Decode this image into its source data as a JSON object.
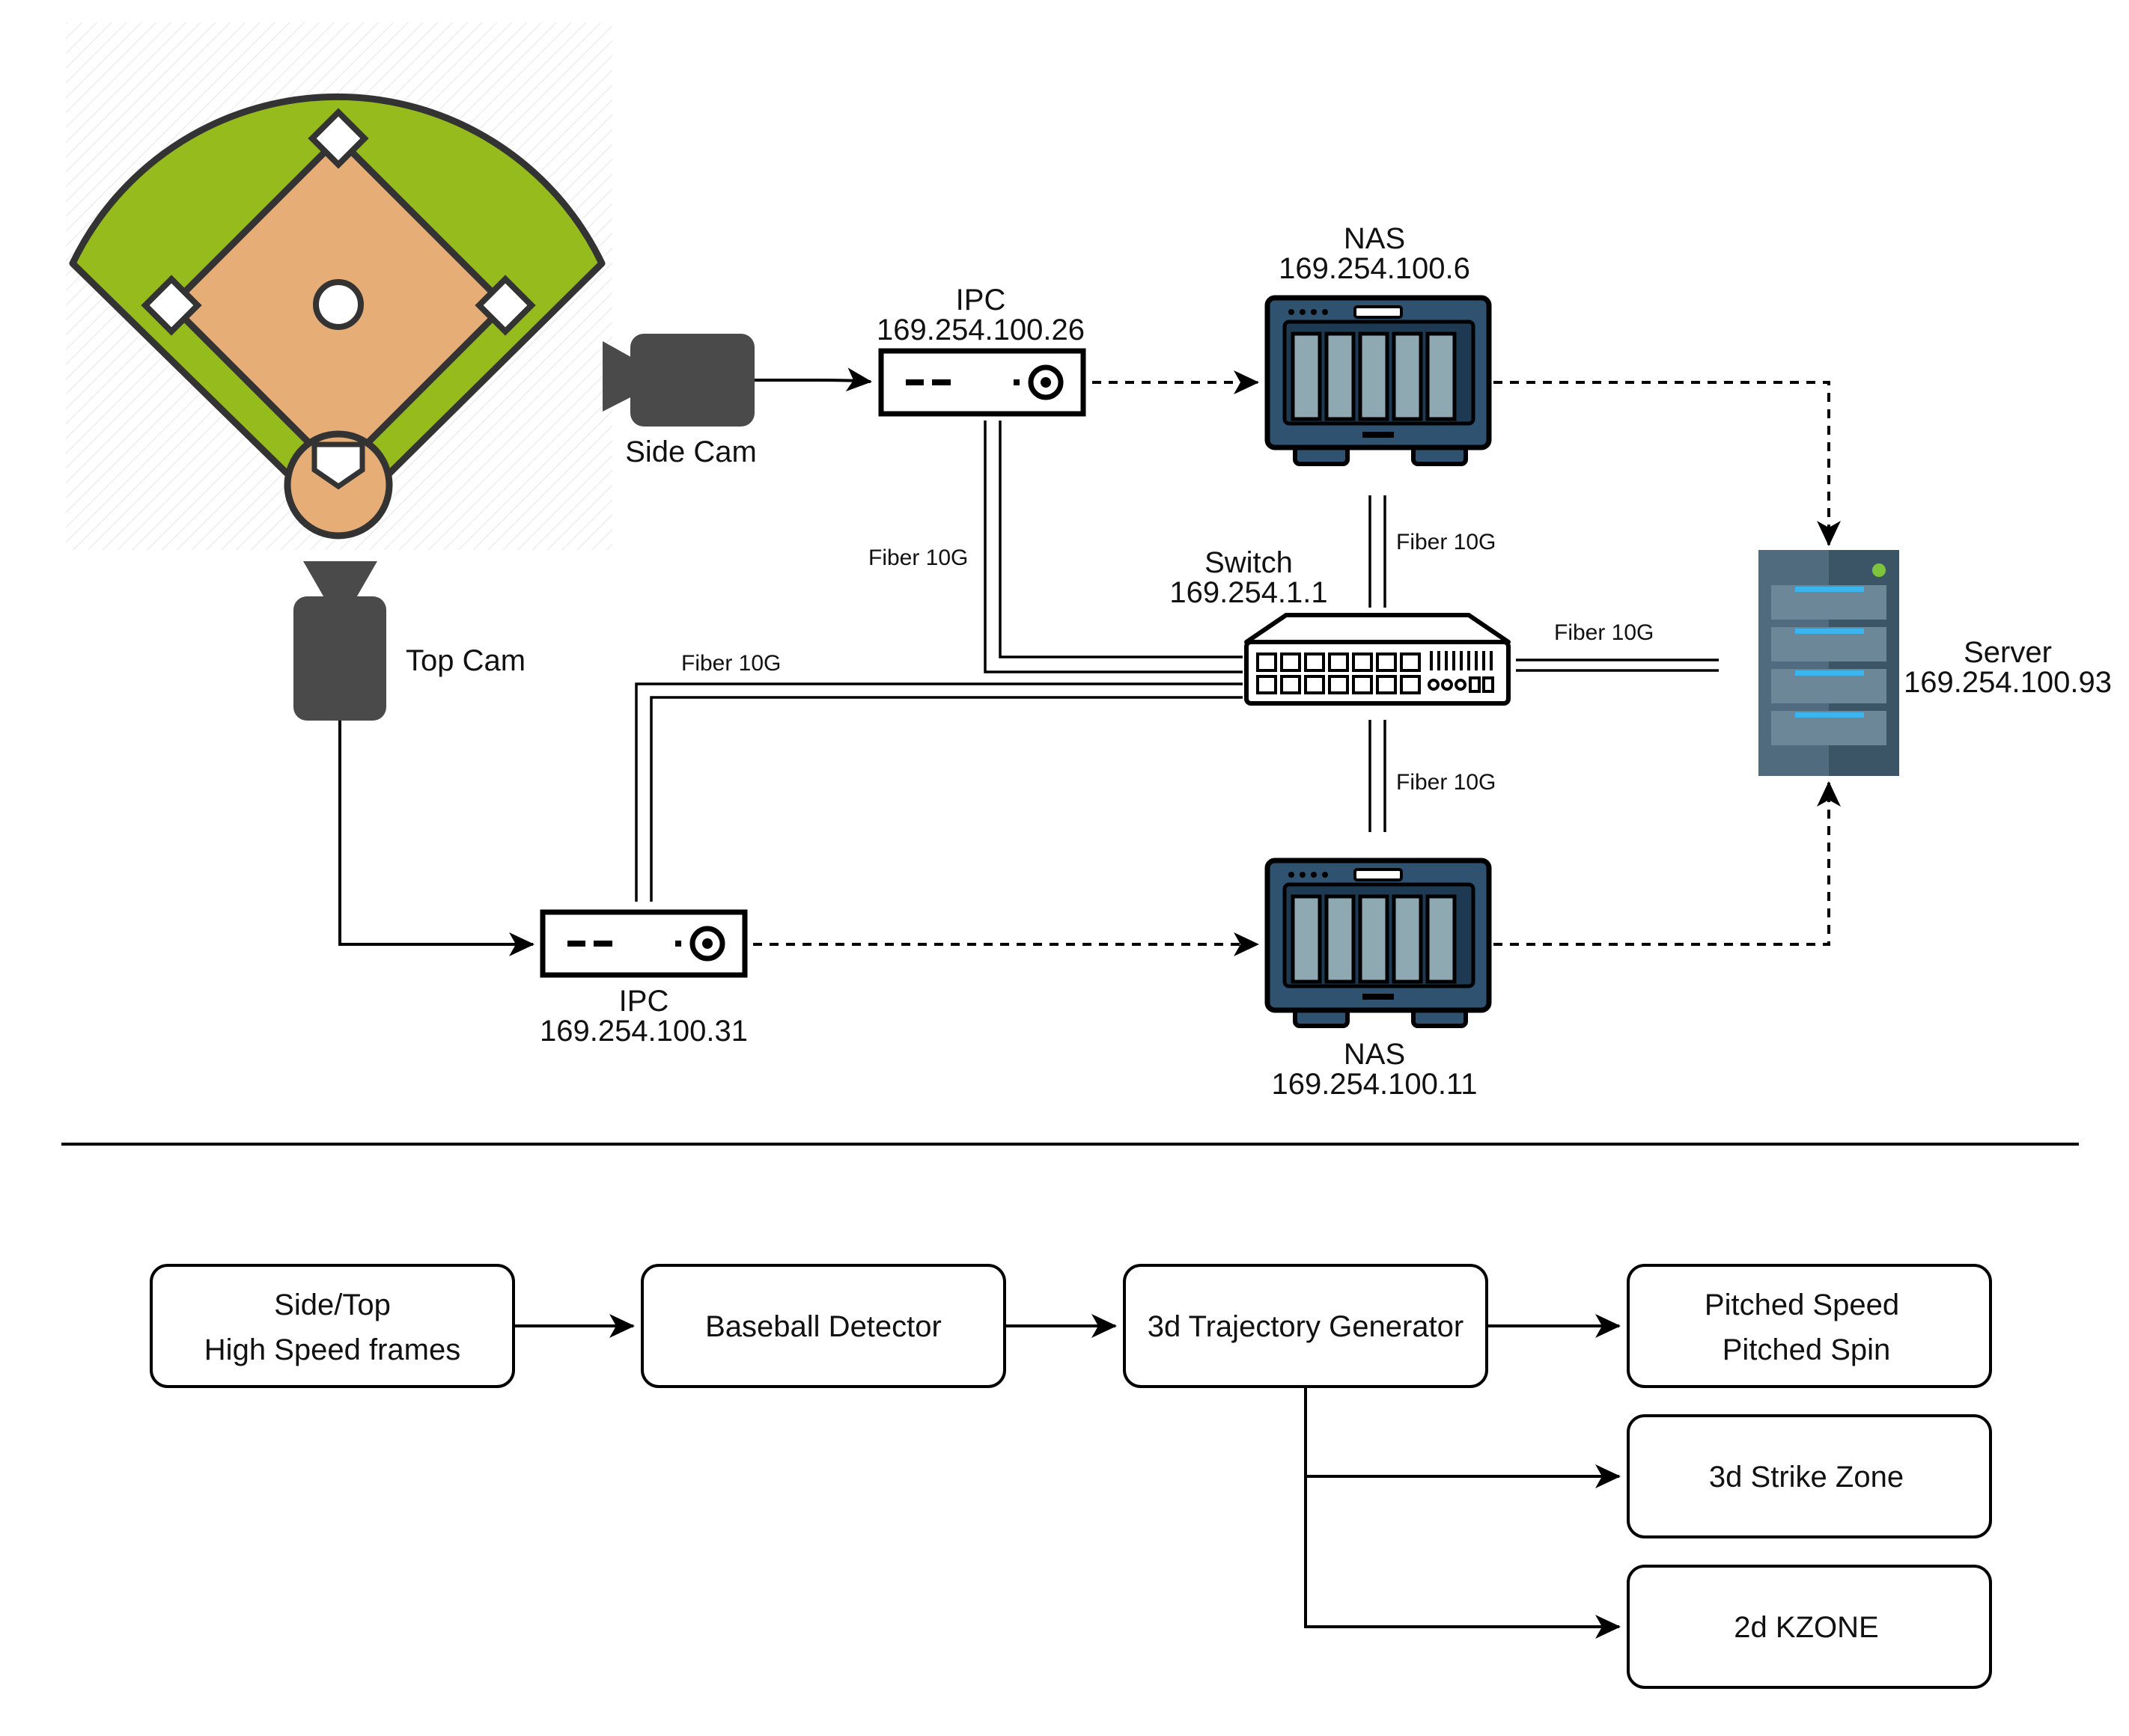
{
  "network": {
    "cameras": {
      "side": "Side Cam",
      "top": "Top Cam"
    },
    "ipc_side": {
      "name": "IPC",
      "ip": "169.254.100.26"
    },
    "ipc_top": {
      "name": "IPC",
      "ip": "169.254.100.31"
    },
    "nas_top": {
      "name": "NAS",
      "ip": "169.254.100.6"
    },
    "nas_bottom": {
      "name": "NAS",
      "ip": "169.254.100.11"
    },
    "switch": {
      "name": "Switch",
      "ip": "169.254.1.1"
    },
    "server": {
      "name": "Server",
      "ip": "169.254.100.93"
    },
    "links": {
      "ipc_side_switch": "Fiber 10G",
      "ipc_top_switch": "Fiber 10G",
      "nas_top_switch": "Fiber 10G",
      "nas_bottom_switch": "Fiber 10G",
      "switch_server": "Fiber 10G"
    }
  },
  "pipeline": {
    "input": {
      "line1": "Side/Top",
      "line2": "High Speed frames"
    },
    "detector": "Baseball Detector",
    "trajectory": "3d Trajectory Generator",
    "out_speed_spin": {
      "line1": "Pitched Speed",
      "line2": "Pitched Spin"
    },
    "out_strike_zone": "3d Strike Zone",
    "out_kzone": "2d KZONE"
  },
  "colors": {
    "field_grass": "#96bb1c",
    "infield_dirt": "#e6ad76",
    "camera": "#4a4a4a",
    "nas_body": "#2f5270",
    "nas_disk": "#8fa9b3",
    "server_body": "#4f6b7d",
    "server_led": "#38b6f0",
    "server_power": "#7dc63b"
  }
}
